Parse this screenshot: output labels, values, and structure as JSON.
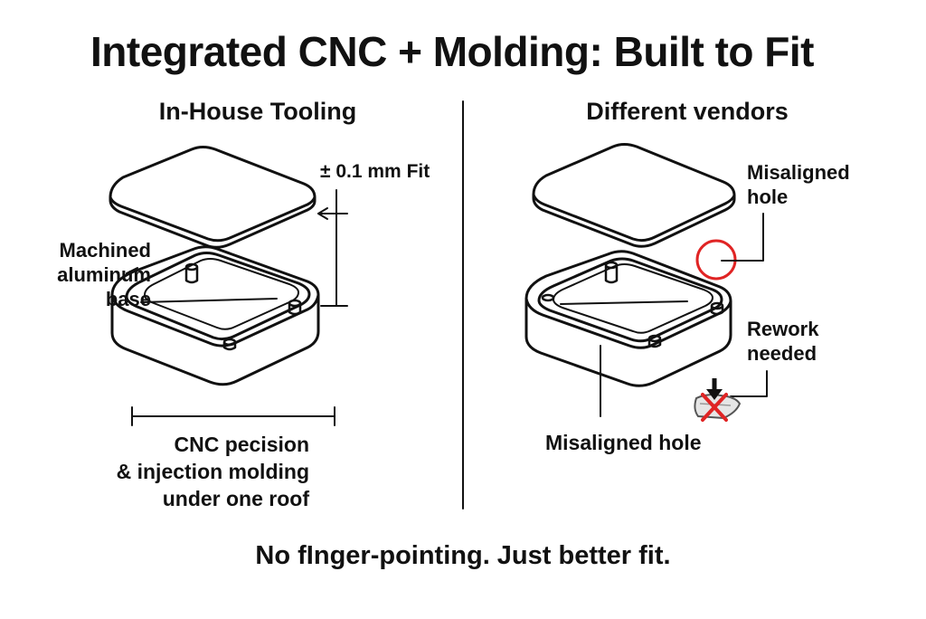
{
  "title": "Integrated CNC + Molding: Built to Fit",
  "left_panel": {
    "heading": "In-House Tooling",
    "fit_label": "± 0.1 mm Fit",
    "base_label": [
      "Machined",
      "aluminum",
      "base"
    ],
    "bottom_label": [
      "CNC pecision",
      "& injection molding",
      "under one roof"
    ]
  },
  "right_panel": {
    "heading": "Different vendors",
    "misaligned_top": [
      "Misaligned",
      "hole"
    ],
    "rework": [
      "Rework",
      "needed"
    ],
    "misaligned_bottom": "Misaligned hole"
  },
  "footer": "No fInger-pointing. Just better fit.",
  "colors": {
    "ink": "#111111",
    "highlight": "#e02424"
  }
}
